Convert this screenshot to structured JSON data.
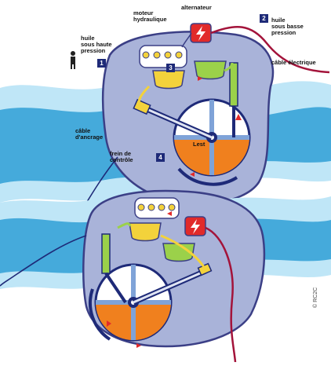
{
  "colors": {
    "water_dark": "#2f9fd6",
    "water_light": "#bfe6f7",
    "hull_fill": "#a9b3d9",
    "hull_stroke": "#3b3f86",
    "ballast": "#f0801e",
    "oil_high": "#f3d23b",
    "oil_low": "#9bd14a",
    "alternator": "#e12a2a",
    "cable": "#a3133a",
    "badge": "#1e2a78"
  },
  "labels": {
    "moteur": "moteur\nhydraulique",
    "alternateur": "alternateur",
    "huile_haute": "huile\nsous haute\npression",
    "huile_basse": "huile\nsous basse\npression",
    "cable_electrique": "câble électrique",
    "cable_ancrage": "câble\nd'ancrage",
    "lest": "Lest",
    "frein": "frein de\ncontrôle",
    "credit": "© RC2C"
  },
  "badges": {
    "b1": "1",
    "b2": "2",
    "b3": "3",
    "b4": "4"
  },
  "icons": {
    "alternator": "lightning-bolt-icon",
    "person": "person-silhouette-icon"
  }
}
